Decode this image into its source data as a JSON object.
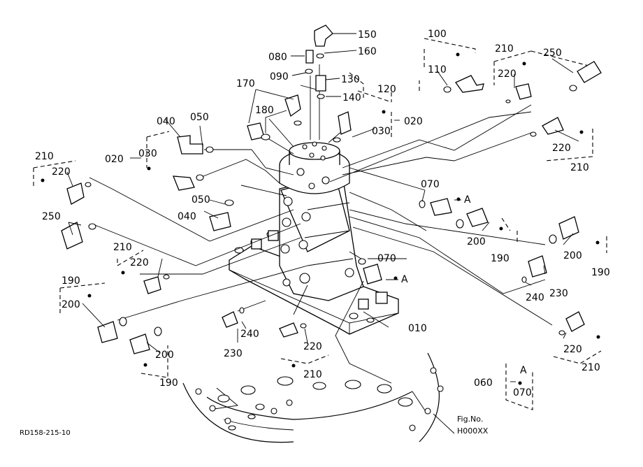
{
  "callouts": {
    "c150": "150",
    "c160": "160",
    "c080": "080",
    "c090": "090",
    "c130": "130",
    "c140": "140",
    "c120": "120",
    "c170": "170",
    "c180": "180",
    "c020a": "020",
    "c030a": "030",
    "c100": "100",
    "c110": "110",
    "c210a": "210",
    "c220a": "220",
    "c250a": "250",
    "c220b": "220",
    "c210b": "210",
    "c040a": "040",
    "c050a": "050",
    "c020b": "020",
    "c030b": "030",
    "c210c": "210",
    "c220c": "220",
    "c250b": "250",
    "c050b": "050",
    "c040b": "040",
    "c070a": "070",
    "cA1": "A",
    "c200a": "200",
    "c190a": "190",
    "c200b": "200",
    "c190b": "190",
    "c210d": "210",
    "c220d": "220",
    "c070b": "070",
    "cA2": "A",
    "c230a": "230",
    "c240a": "240",
    "c190c": "190",
    "c200c": "200",
    "c200d": "200",
    "c190d": "190",
    "c240b": "240",
    "c230b": "230",
    "c220e": "220",
    "c210e": "210",
    "c010": "010",
    "c220f": "220",
    "c210f": "210",
    "c060": "060",
    "cA3": "A",
    "c070c": "070"
  },
  "figure_no_label": "Fig.No.",
  "figure_no_value": "H000XX",
  "drawing_code": "RD158-215-10"
}
